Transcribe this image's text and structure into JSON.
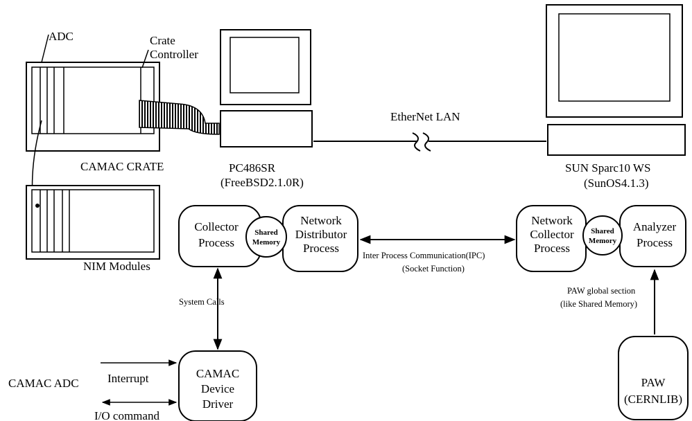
{
  "hardware": {
    "adc_label": "ADC",
    "crate_controller_line1": "Crate",
    "crate_controller_line2": "Controller",
    "camac_crate": "CAMAC CRATE",
    "nim_modules": "NIM Modules",
    "pc_name": "PC486SR",
    "pc_os": "(FreeBSD2.1.0R)",
    "network": "EtherNet LAN",
    "ws_name": "SUN Sparc10 WS",
    "ws_os": "(SunOS4.1.3)"
  },
  "processes": {
    "collector": [
      "Collector",
      "Process"
    ],
    "shared_memory_left": [
      "Shared",
      "Memory"
    ],
    "network_distributor": [
      "Network",
      "Distributor",
      "Process"
    ],
    "ipc_line1": "Inter Process Communication(IPC)",
    "ipc_line2": "(Socket Function)",
    "network_collector": [
      "Network",
      "Collector",
      "Process"
    ],
    "shared_memory_right": [
      "Shared",
      "Memory"
    ],
    "analyzer": [
      "Analyzer",
      "Process"
    ],
    "system_calls": "System Calls",
    "paw_section_line1": "PAW global section",
    "paw_section_line2": "(like Shared Memory)",
    "camac_adc": "CAMAC ADC",
    "interrupt": "Interrupt",
    "io_command": "I/O command",
    "device_driver": [
      "CAMAC",
      "Device",
      "Driver"
    ],
    "paw": [
      "PAW",
      "(CERNLIB)"
    ]
  }
}
